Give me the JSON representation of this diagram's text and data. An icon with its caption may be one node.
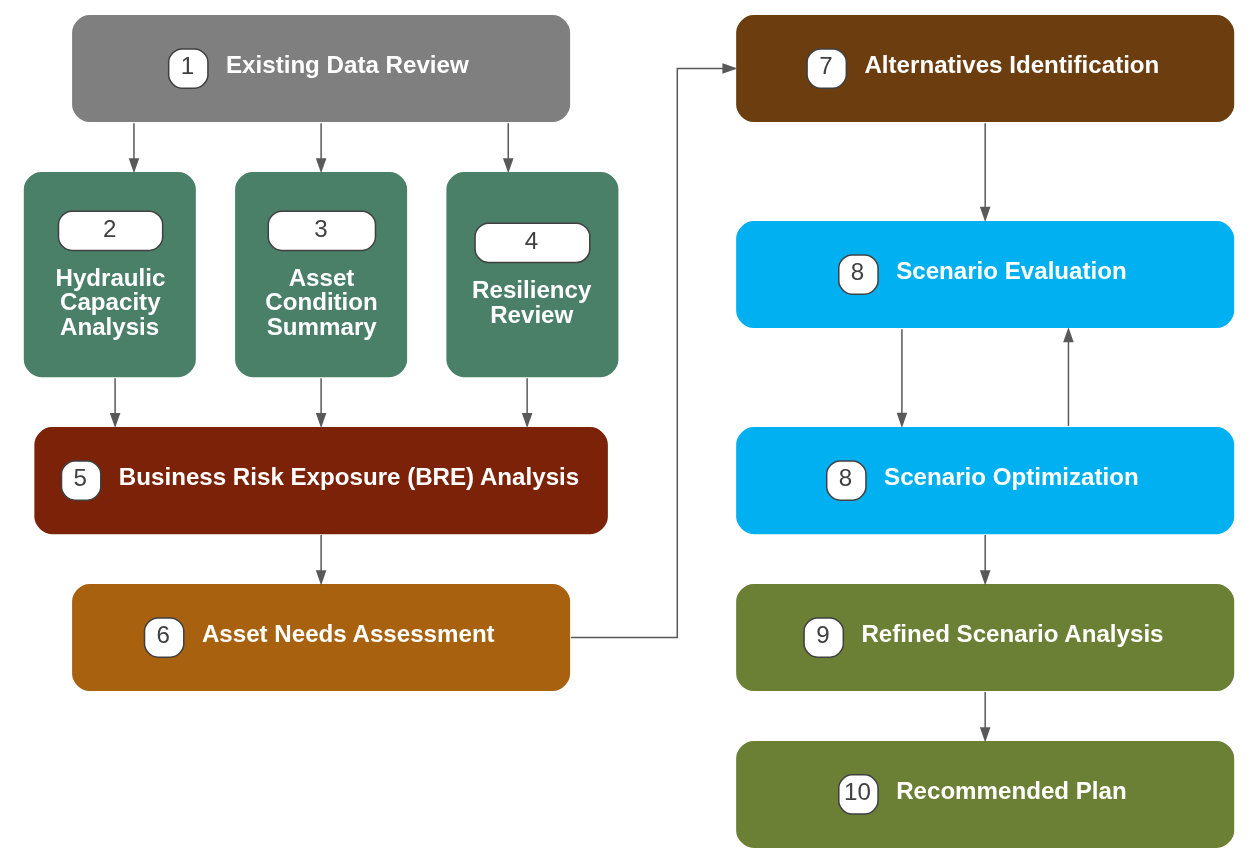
{
  "diagram": {
    "nodes": [
      {
        "text": [
          "1",
          "Existing Data Review"
        ]
      },
      {
        "text": [
          "2",
          "Hydraulic Capacity Analysis"
        ]
      },
      {
        "text": [
          "3",
          "Asset Condition Summary"
        ]
      },
      {
        "text": [
          "4",
          "Resiliency Review"
        ]
      },
      {
        "text": [
          "5",
          "Business Risk Exposure (BRE) Analysis"
        ]
      },
      {
        "text": [
          "6",
          "Asset Needs Assessment"
        ]
      },
      {
        "text": [
          "7",
          "Alternatives Identification"
        ]
      },
      {
        "text": [
          "8",
          "Scenario Evaluation"
        ]
      },
      {
        "text": [
          "8",
          "Scenario Optimization"
        ]
      },
      {
        "text": [
          "9",
          "Refined Scenario Analysis"
        ]
      },
      {
        "text": [
          "10",
          "Recommended Plan"
        ]
      }
    ],
    "edges": [
      {
        "from": 0,
        "to": 1,
        "arrow": "to"
      },
      {
        "from": 0,
        "to": 2,
        "arrow": "to"
      },
      {
        "from": 0,
        "to": 3,
        "arrow": "to"
      },
      {
        "from": 1,
        "to": 4,
        "arrow": "to"
      },
      {
        "from": 2,
        "to": 4,
        "arrow": "to"
      },
      {
        "from": 3,
        "to": 4,
        "arrow": "to"
      },
      {
        "from": 4,
        "to": 5,
        "arrow": "to"
      },
      {
        "from": 5,
        "to": 6,
        "arrow": "to"
      },
      {
        "from": 6,
        "to": 7,
        "arrow": "to"
      },
      {
        "from": 7,
        "to": 8,
        "arrow": "to"
      },
      {
        "from": 8,
        "to": 7,
        "arrow": "to"
      },
      {
        "from": 8,
        "to": 9,
        "arrow": "to"
      },
      {
        "from": 9,
        "to": 10,
        "arrow": "to"
      }
    ]
  }
}
